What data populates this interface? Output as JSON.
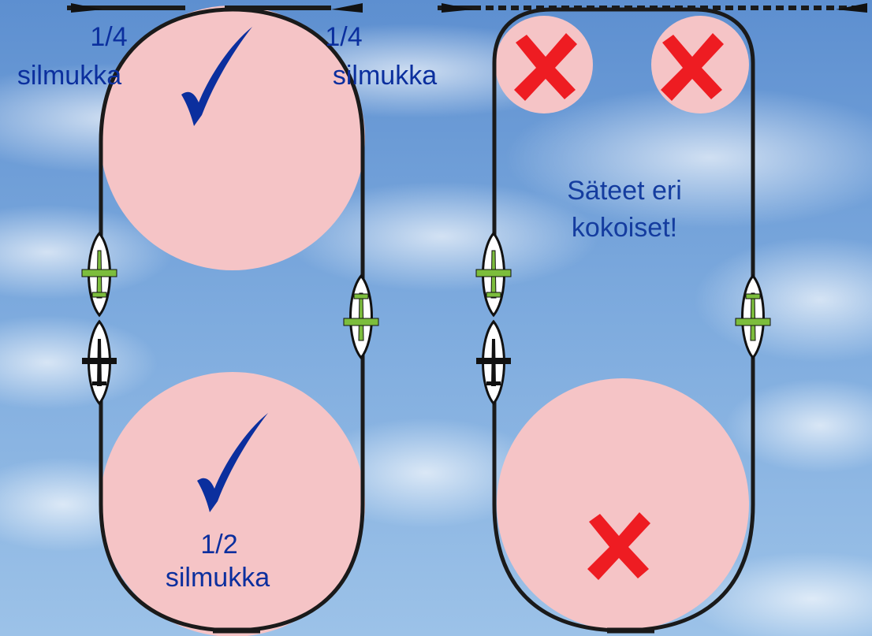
{
  "labels": {
    "left_quarter_top": "1/4",
    "left_quarter_bottom": "silmukka",
    "right_quarter_top": "1/4",
    "right_quarter_bottom": "silmukka",
    "half_top": "1/2",
    "half_bottom": "silmukka",
    "note_line1": "Säteet eri",
    "note_line2": "kokoiset!"
  },
  "colors": {
    "sky_top": "#5d8fd0",
    "sky_bottom": "#9cc2e8",
    "circle_fill": "#f5c4c6",
    "check_mark": "#0b2f9e",
    "cross_mark": "#ee1c22",
    "plane_green": "#7cbd3c",
    "track_line": "#1a1a1a"
  },
  "icons": {
    "correct": "check-mark-icon",
    "wrong": "cross-mark-icon",
    "aircraft": "airplane-icon"
  }
}
